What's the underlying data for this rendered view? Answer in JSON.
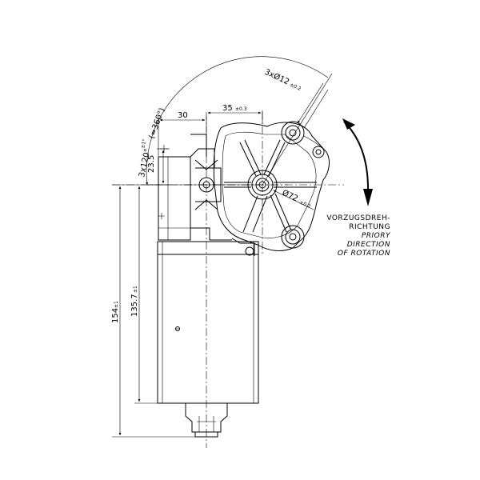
{
  "dimensions": {
    "width_30": {
      "value": "30",
      "tol": ""
    },
    "spacing_35": {
      "value": "35",
      "tol": "±0.3"
    },
    "height_23_5": {
      "value": "23.5",
      "tol": ""
    },
    "overall_154": {
      "value": "154",
      "tol": "±1"
    },
    "length_135_7": {
      "value": "135.7",
      "tol": "±1"
    },
    "holes": {
      "value": "3xØ12",
      "tol": "±0.2"
    },
    "pitch_circle": {
      "value": "Ø72",
      "tol": "±0.2"
    },
    "angle": {
      "value": "3x120°",
      "tol": "±1°",
      "note": "(=360°)"
    }
  },
  "rotation": {
    "de_line1": "VORZUGSDREH-",
    "de_line2": "RICHTUNG",
    "en_line1": "PRIORY",
    "en_line2": "DIRECTION",
    "en_line3": "OF ROTATION"
  }
}
